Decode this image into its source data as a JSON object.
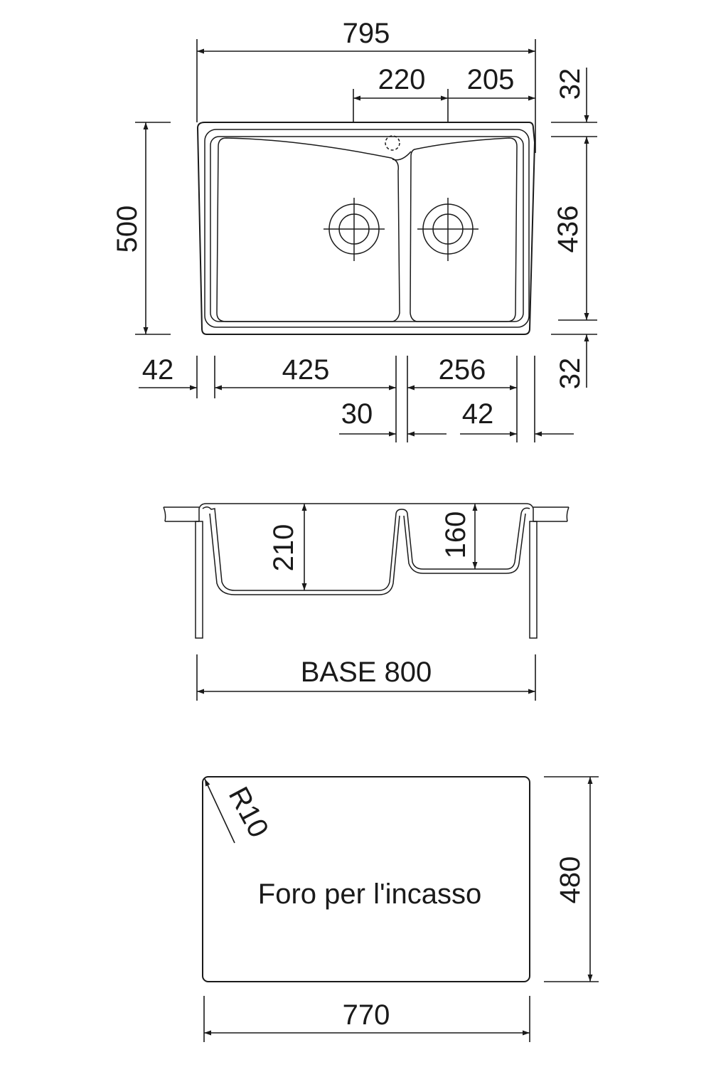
{
  "top_view": {
    "overall_width": "795",
    "tap_offset": "220",
    "right_offset": "205",
    "overall_depth": "500",
    "rear_rim": "32",
    "bowl_depth": "436",
    "front_rim": "32",
    "left_rim": "42",
    "left_bowl": "425",
    "divider": "30",
    "right_bowl": "256",
    "right_rim": "42"
  },
  "side_view": {
    "left_bowl_depth": "210",
    "right_bowl_depth": "160",
    "base_label": "BASE 800"
  },
  "cutout": {
    "radius": "R10",
    "label": "Foro per l'incasso",
    "height": "480",
    "width": "770"
  },
  "colors": {
    "line": "#1a1a1a",
    "background": "#ffffff"
  }
}
